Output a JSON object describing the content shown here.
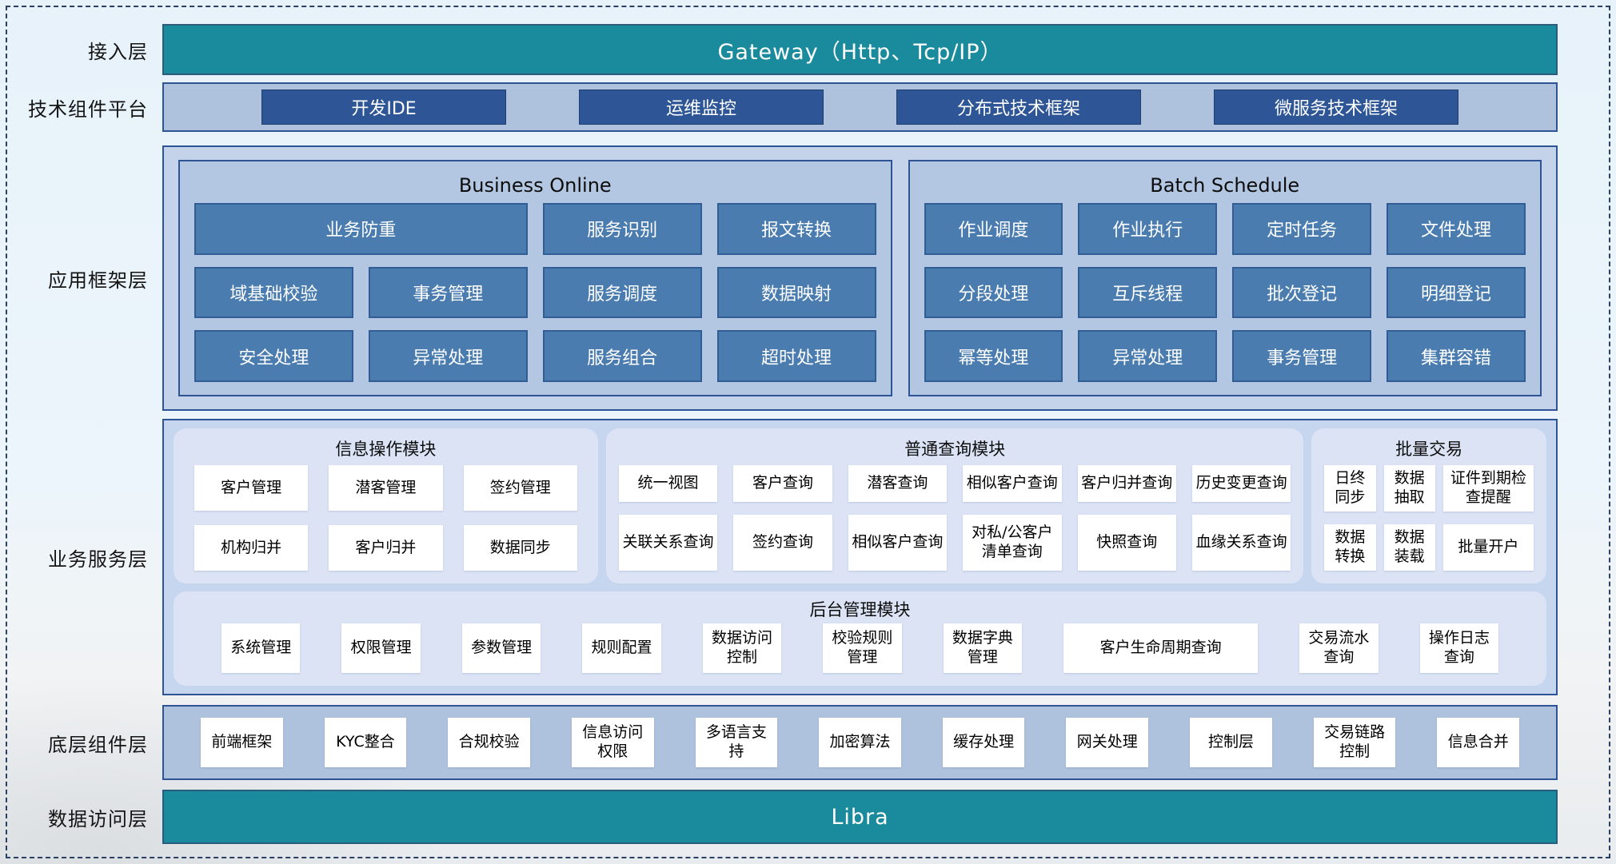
{
  "colors": {
    "teal": "#1a8a9d",
    "navy": "#2e5596",
    "steel": "#4a7cb0",
    "panel_light": "#c4d3ea",
    "panel_mid": "#b3c7e2",
    "strip": "#aec2dd",
    "module": "#dbe3f5",
    "border": "#2f5496"
  },
  "access": {
    "label": "接入层",
    "gateway": "Gateway（Http、Tcp/IP）"
  },
  "tech": {
    "label": "技术组件平台",
    "buttons": [
      "开发IDE",
      "运维监控",
      "分布式技术框架",
      "微服务技术框架"
    ]
  },
  "framework": {
    "label": "应用框架层",
    "online": {
      "title": "Business Online",
      "buttons": [
        {
          "label": "业务防重",
          "span": 2
        },
        "服务识别",
        "报文转换",
        "域基础校验",
        "事务管理",
        "服务调度",
        "数据映射",
        "安全处理",
        "异常处理",
        "服务组合",
        "超时处理"
      ]
    },
    "batch": {
      "title": "Batch Schedule",
      "buttons": [
        "作业调度",
        "作业执行",
        "定时任务",
        "文件处理",
        "分段处理",
        "互斥线程",
        "批次登记",
        "明细登记",
        "幂等处理",
        "异常处理",
        "事务管理",
        "集群容错"
      ]
    }
  },
  "service": {
    "label": "业务服务层",
    "info_module": {
      "title": "信息操作模块",
      "buttons": [
        "客户管理",
        "潜客管理",
        "签约管理",
        "机构归并",
        "客户归并",
        "数据同步"
      ]
    },
    "query_module": {
      "title": "普通查询模块",
      "buttons": [
        "统一视图",
        "客户查询",
        "潜客查询",
        "相似客户查询",
        "客户归并查询",
        "历史变更查询",
        "关联关系查询",
        "签约查询",
        "相似客户查询",
        "对私/公客户清单查询",
        "快照查询",
        "血缘关系查询"
      ]
    },
    "batch_trade": {
      "title": "批量交易",
      "buttons": [
        "日终同步",
        "数据抽取",
        "证件到期检查提醒",
        "数据转换",
        "数据装载",
        "批量开户"
      ]
    },
    "admin_module": {
      "title": "后台管理模块",
      "buttons": [
        "系统管理",
        "权限管理",
        "参数管理",
        "规则配置",
        "数据访问控制",
        "校验规则管理",
        "数据字典管理",
        {
          "label": "客户生命周期查询",
          "grow": 2.6
        },
        "交易流水查询",
        "操作日志查询"
      ]
    }
  },
  "base": {
    "label": "底层组件层",
    "buttons": [
      "前端框架",
      "KYC整合",
      "合规校验",
      "信息访问权限",
      "多语言支持",
      "加密算法",
      "缓存处理",
      "网关处理",
      "控制层",
      "交易链路控制",
      "信息合并"
    ]
  },
  "data_access": {
    "label": "数据访问层",
    "bar": "Libra"
  }
}
